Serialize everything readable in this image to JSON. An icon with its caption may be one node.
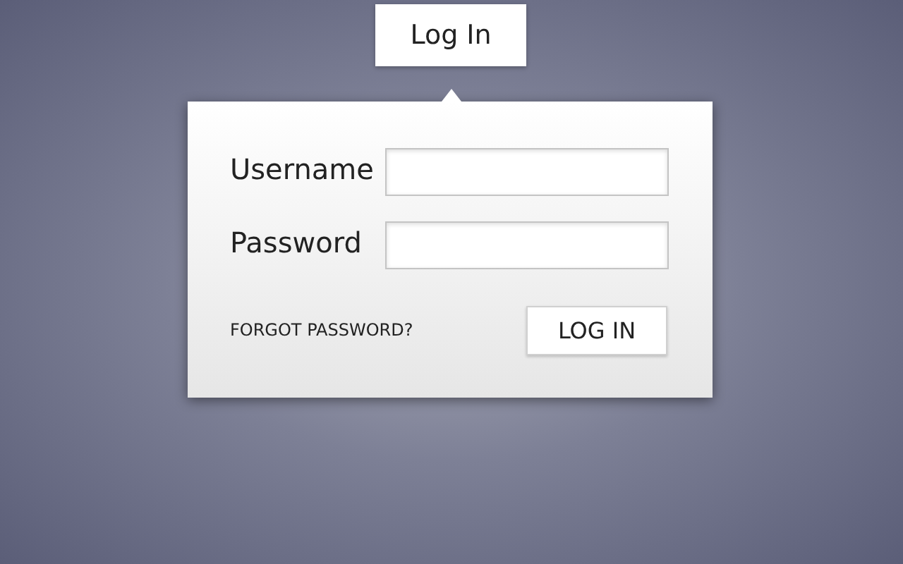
{
  "diagram": {
    "nodes": [
      {
        "text": [
          "Log In"
        ]
      },
      {
        "text": [],
        "shape": "box"
      },
      {
        "text": [],
        "shape": "box",
        "in": 1
      },
      {
        "text": [],
        "shape": "box",
        "in": 1
      },
      {
        "text": [
          "LOG IN"
        ],
        "in": 1
      }
    ],
    "labels": [
      "Username",
      "Password",
      "FORGOT PASSWORD?"
    ]
  }
}
